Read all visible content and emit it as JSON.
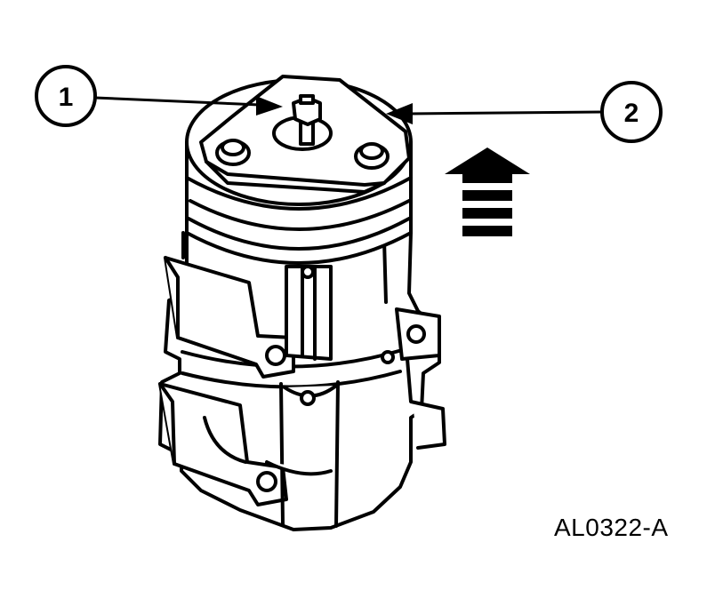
{
  "callouts": [
    {
      "label": "1"
    },
    {
      "label": "2"
    }
  ],
  "figure_code": "AL0322-A",
  "direction_arrow": {
    "icon": "arrow-up-icon"
  },
  "colors": {
    "line": "#000000",
    "background": "#ffffff"
  }
}
